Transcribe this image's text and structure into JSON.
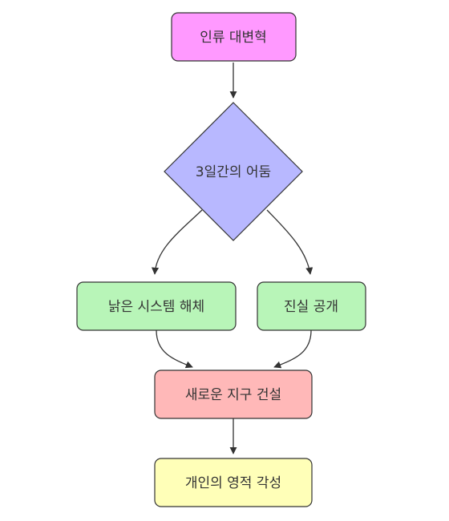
{
  "nodes": {
    "revolution": {
      "label": "인류 대변혁",
      "fill": "#ff99ff"
    },
    "darkness": {
      "label": "3일간의 어둠",
      "fill": "#b8b8ff"
    },
    "dismantle": {
      "label": "낡은 시스템 해체",
      "fill": "#b8f5b8"
    },
    "truth": {
      "label": "진실 공개",
      "fill": "#b8f5b8"
    },
    "newearth": {
      "label": "새로운 지구 건설",
      "fill": "#ffb8b8"
    },
    "awakening": {
      "label": "개인의 영적 각성",
      "fill": "#ffffb8"
    }
  },
  "colors": {
    "stroke": "#333333",
    "text": "#333333"
  }
}
